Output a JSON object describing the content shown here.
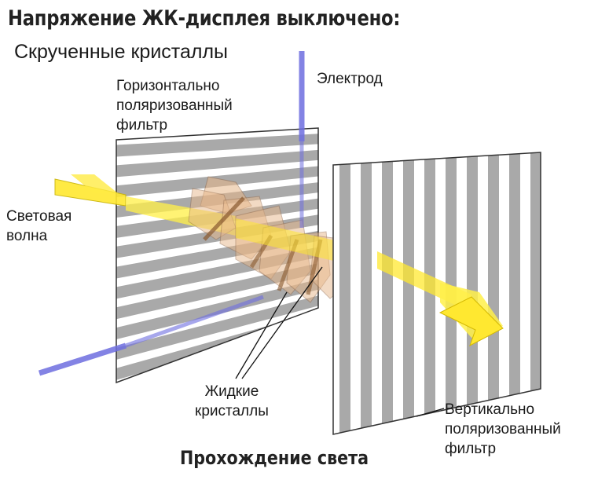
{
  "title": "Напряжение ЖК-дисплея выключено:",
  "subtitle": "Скрученные кристаллы",
  "labels": {
    "horizontal_filter": [
      "Горизонтально",
      "поляризованный",
      "фильтр"
    ],
    "electrode": "Электрод",
    "light_wave": [
      "Световая",
      "волна"
    ],
    "liquid_crystals": [
      "Жидкие",
      "кристаллы"
    ],
    "vertical_filter": [
      "Вертикально",
      "поляризованный",
      "фильтр"
    ]
  },
  "caption": "Прохождение света",
  "colors": {
    "stripe": "#a9a9a9",
    "electrode": "#6e6ee0",
    "light": "#ffe830",
    "crystal": "#e7b78a",
    "crystal_edge": "#8a5a30"
  }
}
